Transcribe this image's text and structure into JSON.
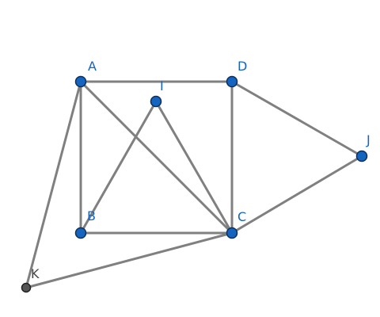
{
  "colors": {
    "segment": "#808080",
    "point_fill": "#1565c0",
    "point_stroke": "#0d2f5a",
    "label": "#1565c0",
    "free_point_fill": "#555555",
    "free_point_stroke": "#222222",
    "free_label": "#444444"
  },
  "points": [
    {
      "id": "A",
      "label": "A",
      "style": "blue"
    },
    {
      "id": "B",
      "label": "B",
      "style": "blue"
    },
    {
      "id": "C",
      "label": "C",
      "style": "blue"
    },
    {
      "id": "D",
      "label": "D",
      "style": "blue"
    },
    {
      "id": "I",
      "label": "I",
      "style": "blue"
    },
    {
      "id": "J",
      "label": "J",
      "style": "blue"
    },
    {
      "id": "K",
      "label": "K",
      "style": "gray"
    }
  ],
  "segments": [
    [
      "A",
      "D"
    ],
    [
      "A",
      "B"
    ],
    [
      "A",
      "C"
    ],
    [
      "A",
      "K"
    ],
    [
      "B",
      "C"
    ],
    [
      "B",
      "I"
    ],
    [
      "I",
      "C"
    ],
    [
      "D",
      "C"
    ],
    [
      "D",
      "J"
    ],
    [
      "J",
      "C"
    ],
    [
      "K",
      "C"
    ]
  ]
}
